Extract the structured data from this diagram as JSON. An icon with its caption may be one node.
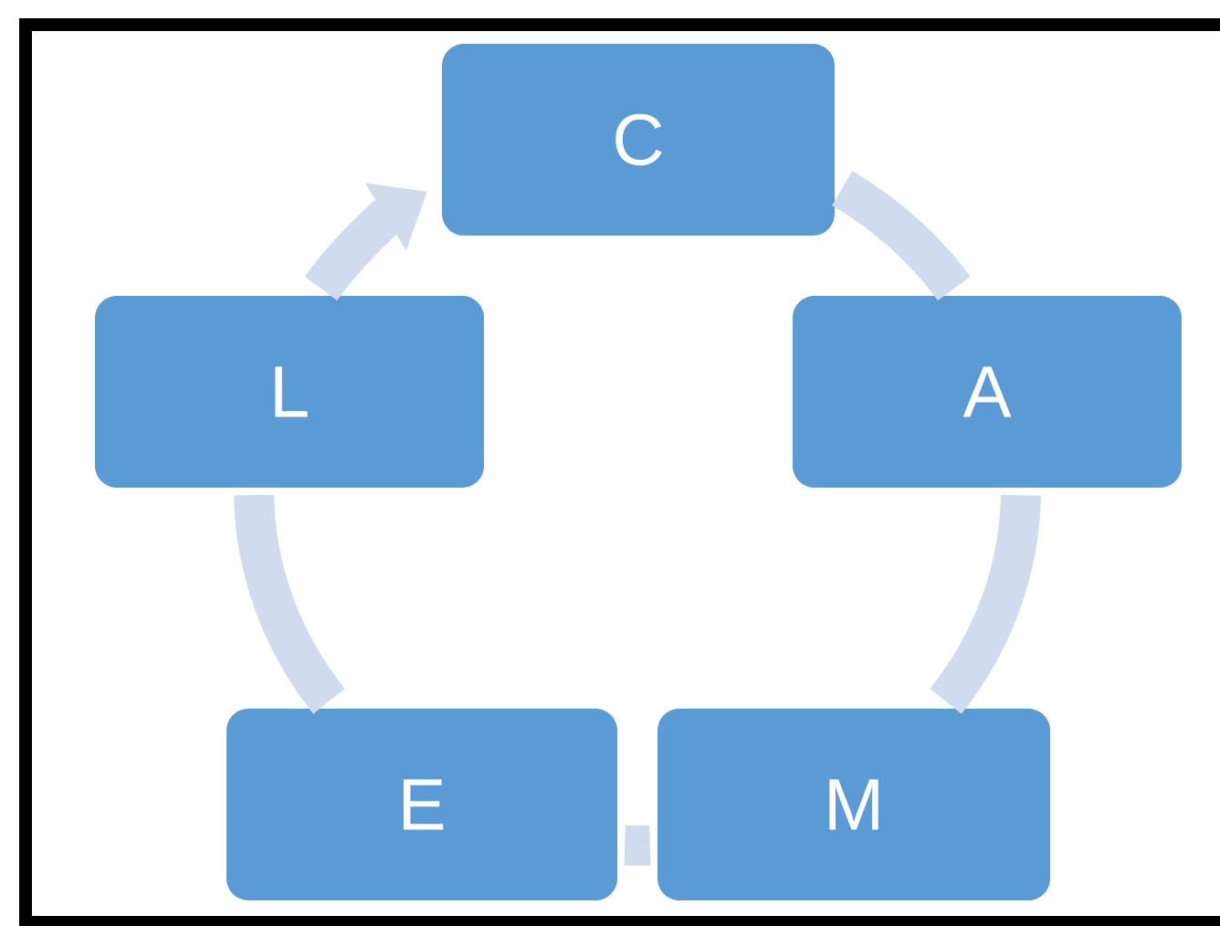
{
  "diagram": {
    "nodes": [
      {
        "text": [
          "C"
        ]
      },
      {
        "text": [
          "A"
        ]
      },
      {
        "text": [
          "M"
        ]
      },
      {
        "text": [
          "E"
        ]
      },
      {
        "text": [
          "L"
        ]
      }
    ],
    "edges": [
      {
        "from": 0,
        "to": 1,
        "arrow": "none"
      },
      {
        "from": 1,
        "to": 2,
        "arrow": "none"
      },
      {
        "from": 2,
        "to": 3,
        "arrow": "none"
      },
      {
        "from": 3,
        "to": 4,
        "arrow": "none"
      },
      {
        "from": 4,
        "to": 0,
        "arrow": "to"
      }
    ]
  }
}
